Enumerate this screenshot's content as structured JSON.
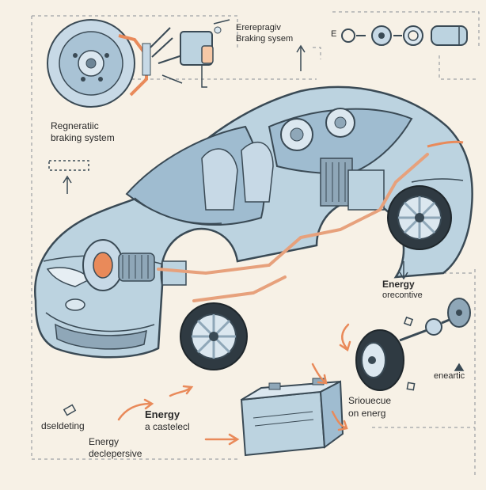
{
  "labels": {
    "top_system": {
      "line1": "Ererepragiv",
      "line2": "Braking sysem"
    },
    "left_system": {
      "line1": "Regneratiic",
      "line2": "braking system"
    },
    "top_right_e": "E",
    "energy_right": {
      "line1": "Energy",
      "line2": "orecontive"
    },
    "energy_center": {
      "line1": "Energy",
      "line2": "a castelecl"
    },
    "energy_bottom": {
      "line1": "Energy",
      "line2": "declepersive"
    },
    "deslecting": "dseldeting",
    "source": {
      "line1": "Sriouecue",
      "line2": "on energ"
    },
    "enearatic": "eneartic"
  },
  "colors": {
    "background": "#f7f1e6",
    "car_body": "#bcd3e0",
    "car_outline": "#3a4a55",
    "energy_flow": "#e7a17c",
    "dashed_line": "#8a8f95",
    "accent_orange": "#e98a5a"
  },
  "icons": [
    "brake-disc-icon",
    "electric-motor-icon",
    "battery-icon",
    "wheel-icon",
    "axle-icon",
    "arrow-icon"
  ]
}
